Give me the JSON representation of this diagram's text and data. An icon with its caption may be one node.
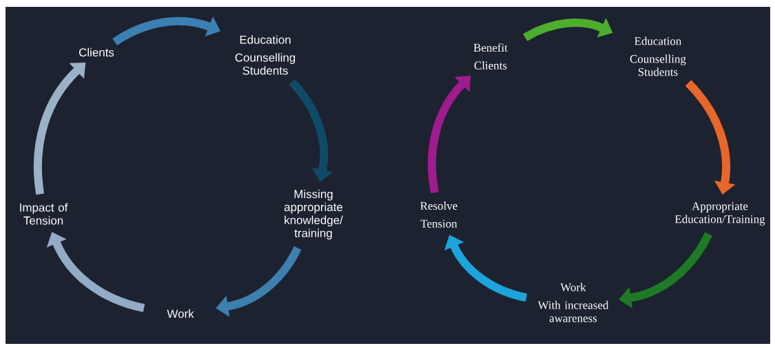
{
  "diagram": {
    "nodes": [
      {
        "text": [
          "Clients"
        ]
      },
      {
        "text": [
          "Education",
          "Counselling Students"
        ]
      },
      {
        "text": [
          "Missing appropriate knowledge/ training"
        ]
      },
      {
        "text": [
          "Work"
        ]
      },
      {
        "text": [
          "Impact of Tension"
        ]
      },
      {
        "text": [
          "Benefit",
          "Clients"
        ]
      },
      {
        "text": [
          "Education",
          "Counselling Students"
        ]
      },
      {
        "text": [
          "Appropriate Education/Training"
        ]
      },
      {
        "text": [
          "Work",
          "With increased awareness"
        ]
      },
      {
        "text": [
          "Resolve",
          "Tension"
        ]
      }
    ],
    "edges": [
      {
        "from": 0,
        "to": 1,
        "arrow": "to",
        "color": "#3b80b0"
      },
      {
        "from": 1,
        "to": 2,
        "arrow": "to",
        "color": "#0f4a66"
      },
      {
        "from": 2,
        "to": 3,
        "arrow": "to",
        "color": "#3d7fae"
      },
      {
        "from": 3,
        "to": 4,
        "arrow": "to",
        "color": "#93abc4"
      },
      {
        "from": 4,
        "to": 0,
        "arrow": "to",
        "color": "#9ab1c8"
      },
      {
        "from": 5,
        "to": 6,
        "arrow": "to",
        "color": "#4caf2c"
      },
      {
        "from": 6,
        "to": 7,
        "arrow": "to",
        "color": "#e9662a"
      },
      {
        "from": 7,
        "to": 8,
        "arrow": "to",
        "color": "#1f7a25"
      },
      {
        "from": 8,
        "to": 9,
        "arrow": "to",
        "color": "#1ca4dc"
      },
      {
        "from": 9,
        "to": 5,
        "arrow": "to",
        "color": "#9e1c8c"
      }
    ]
  }
}
